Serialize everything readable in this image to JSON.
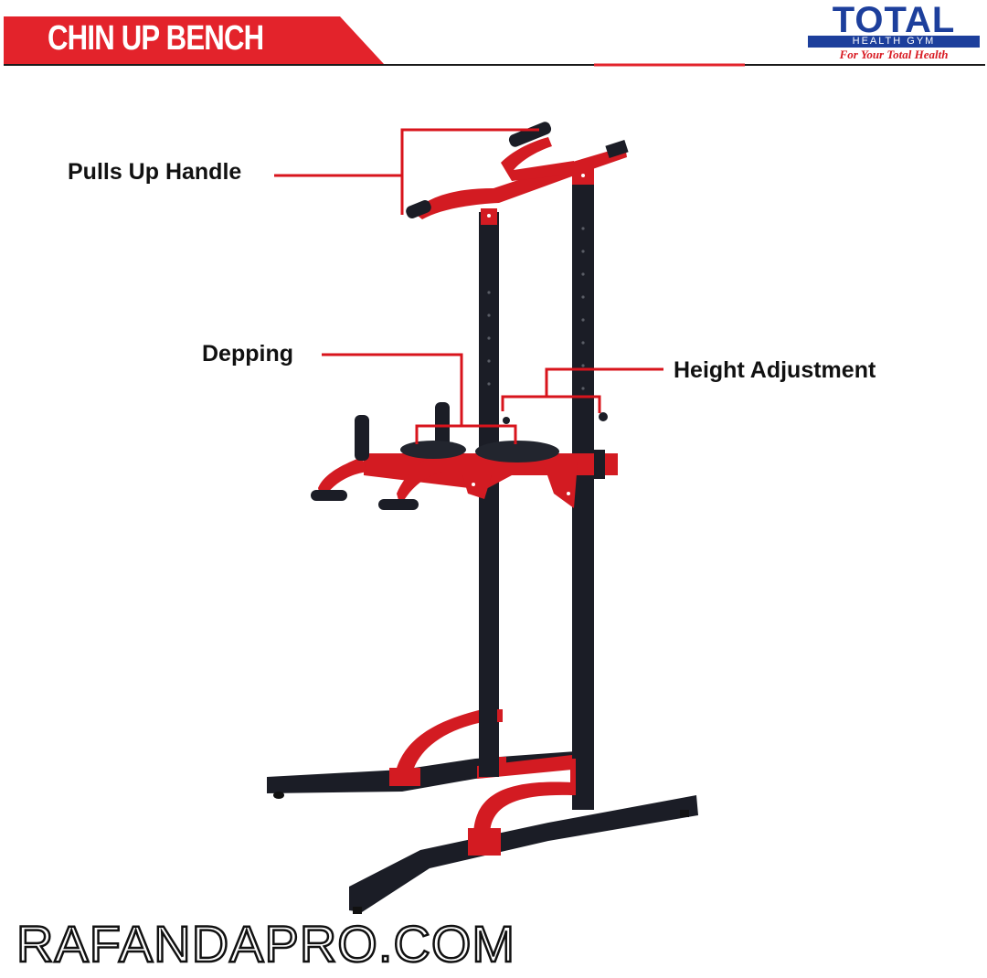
{
  "banner": {
    "title": "CHIN UP BENCH",
    "color": "#e3232b"
  },
  "logo": {
    "brand": "TOTAL",
    "subtitle": "HEALTH GYM",
    "tagline": "For Your Total Health",
    "primary_color": "#1d3f9c",
    "accent_color": "#d81a22"
  },
  "callouts": {
    "pulls_up_handle": "Pulls Up Handle",
    "depping": "Depping",
    "height_adjustment": "Height Adjustment",
    "leader_color": "#d8141c"
  },
  "product": {
    "frame_color": "#1b1d26",
    "accent_color": "#d31b22"
  },
  "watermark": "RAFANDAPRO.COM"
}
